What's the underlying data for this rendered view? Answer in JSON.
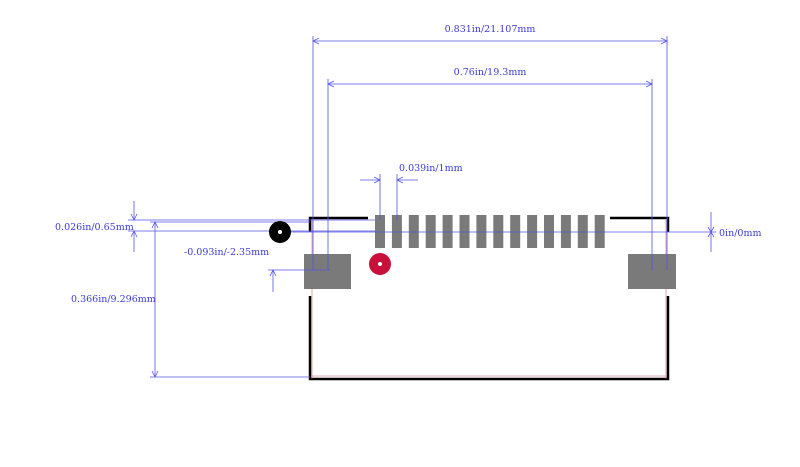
{
  "dimensions": {
    "overall_width": "0.831in/21.107mm",
    "mount_pad_spacing": "0.76in/19.3mm",
    "pin_width": "0.039in/1mm",
    "pin_pitch": "0.026in/0.65mm",
    "mount_offset": "-0.093in/-2.35mm",
    "body_depth": "0.366in/9.296mm",
    "origin": "0in/0mm"
  },
  "signal_pin_count": 14,
  "colors": {
    "dimension": "#5555e0",
    "outline": "#000000",
    "pad": "#7a7a7a",
    "origin_marker": "#000000",
    "pin1_marker": "#c8103a"
  }
}
